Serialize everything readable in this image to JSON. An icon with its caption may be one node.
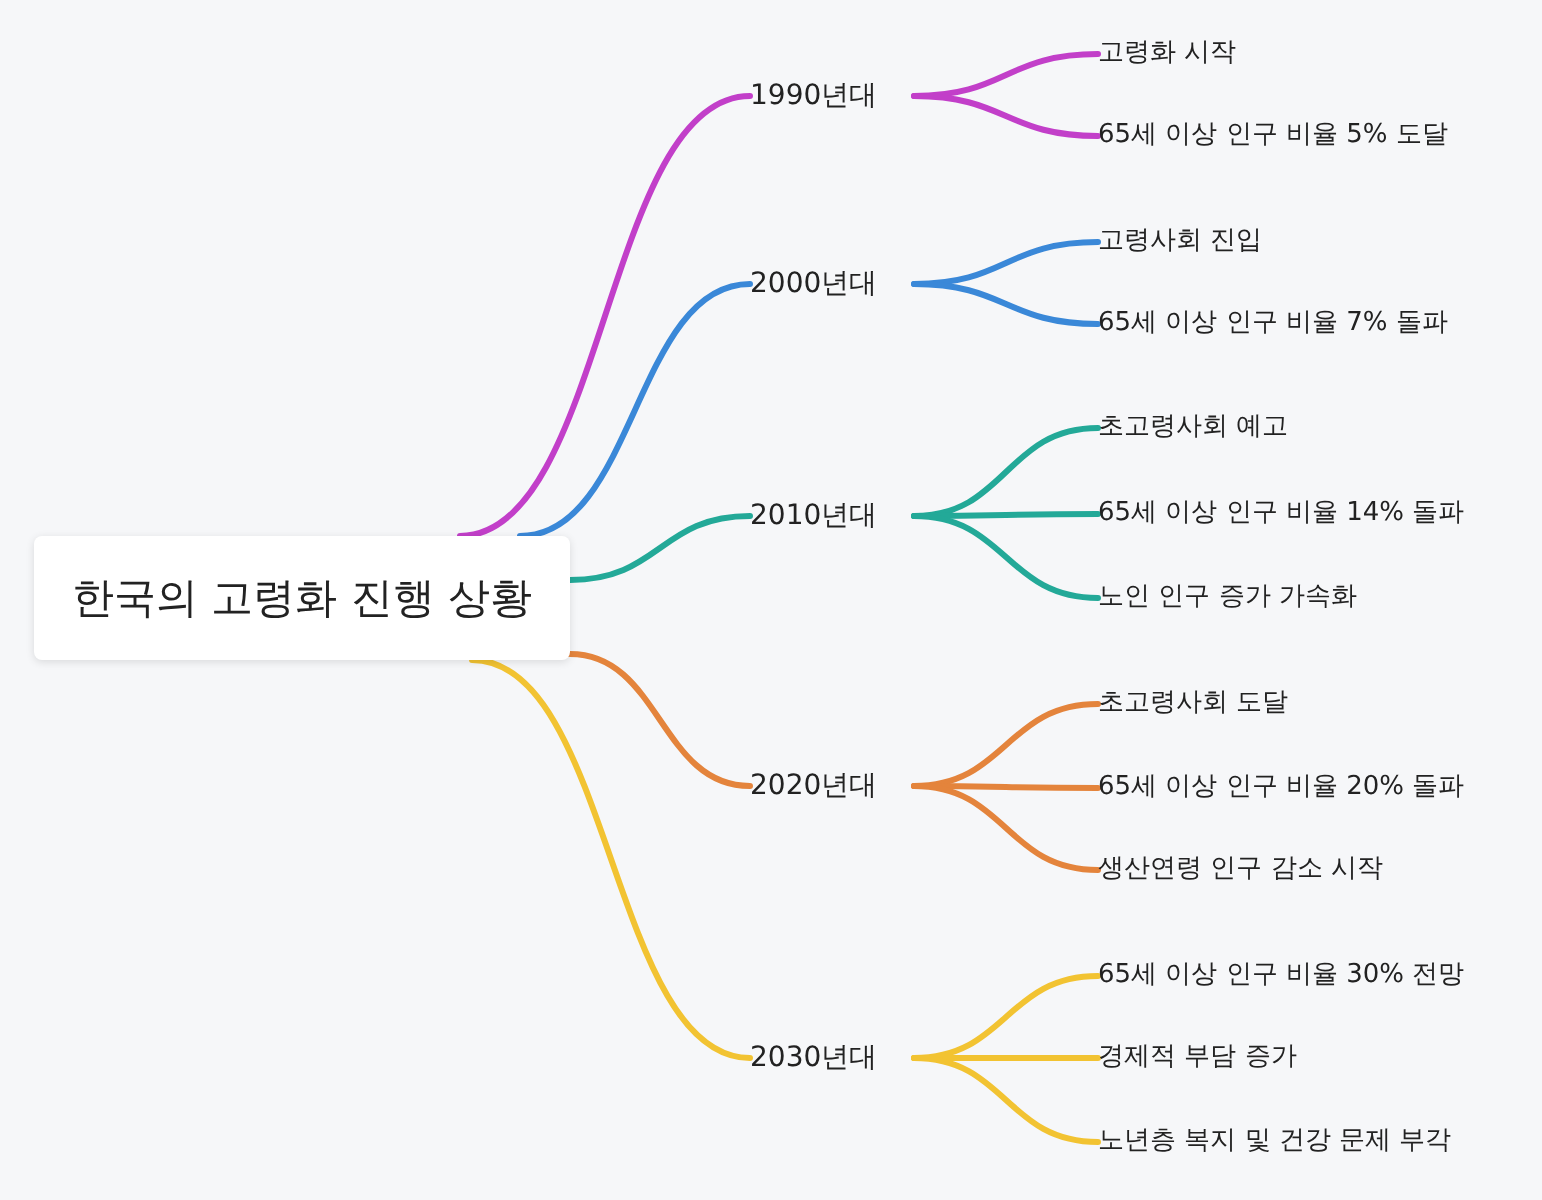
{
  "diagram": {
    "nodes": [
      {
        "text": [
          "한국의 고령화 진행 상황"
        ]
      },
      {
        "text": [
          "1990년대"
        ]
      },
      {
        "text": [
          "고령화 시작"
        ]
      },
      {
        "text": [
          "65세 이상 인구 비율 5% 도달"
        ]
      },
      {
        "text": [
          "2000년대"
        ]
      },
      {
        "text": [
          "고령사회 진입"
        ]
      },
      {
        "text": [
          "65세 이상 인구 비율 7% 돌파"
        ]
      },
      {
        "text": [
          "2010년대"
        ]
      },
      {
        "text": [
          "초고령사회 예고"
        ]
      },
      {
        "text": [
          "65세 이상 인구 비율 14% 돌파"
        ]
      },
      {
        "text": [
          "노인 인구 증가 가속화"
        ]
      },
      {
        "text": [
          "2020년대"
        ]
      },
      {
        "text": [
          "초고령사회 도달"
        ]
      },
      {
        "text": [
          "65세 이상 인구 비율 20% 돌파"
        ]
      },
      {
        "text": [
          "생산연령 인구 감소 시작"
        ]
      },
      {
        "text": [
          "2030년대"
        ]
      },
      {
        "text": [
          "65세 이상 인구 비율 30% 전망"
        ]
      },
      {
        "text": [
          "경제적 부담 증가"
        ]
      },
      {
        "text": [
          "노년층 복지 및 건강 문제 부각"
        ]
      }
    ],
    "edges": [
      {
        "from": 0,
        "to": 1,
        "arrow": "none",
        "color": "#c23fc9"
      },
      {
        "from": 1,
        "to": 2,
        "arrow": "none",
        "color": "#c23fc9"
      },
      {
        "from": 1,
        "to": 3,
        "arrow": "none",
        "color": "#c23fc9"
      },
      {
        "from": 0,
        "to": 4,
        "arrow": "none",
        "color": "#3a88d8"
      },
      {
        "from": 4,
        "to": 5,
        "arrow": "none",
        "color": "#3a88d8"
      },
      {
        "from": 4,
        "to": 6,
        "arrow": "none",
        "color": "#3a88d8"
      },
      {
        "from": 0,
        "to": 7,
        "arrow": "none",
        "color": "#23a998"
      },
      {
        "from": 7,
        "to": 8,
        "arrow": "none",
        "color": "#23a998"
      },
      {
        "from": 7,
        "to": 9,
        "arrow": "none",
        "color": "#23a998"
      },
      {
        "from": 7,
        "to": 10,
        "arrow": "none",
        "color": "#23a998"
      },
      {
        "from": 0,
        "to": 11,
        "arrow": "none",
        "color": "#e4843c"
      },
      {
        "from": 11,
        "to": 12,
        "arrow": "none",
        "color": "#e4843c"
      },
      {
        "from": 11,
        "to": 13,
        "arrow": "none",
        "color": "#e4843c"
      },
      {
        "from": 11,
        "to": 14,
        "arrow": "none",
        "color": "#e4843c"
      },
      {
        "from": 0,
        "to": 15,
        "arrow": "none",
        "color": "#f2c332"
      },
      {
        "from": 15,
        "to": 16,
        "arrow": "none",
        "color": "#f2c332"
      },
      {
        "from": 15,
        "to": 17,
        "arrow": "none",
        "color": "#f2c332"
      },
      {
        "from": 15,
        "to": 18,
        "arrow": "none",
        "color": "#f2c332"
      }
    ]
  }
}
